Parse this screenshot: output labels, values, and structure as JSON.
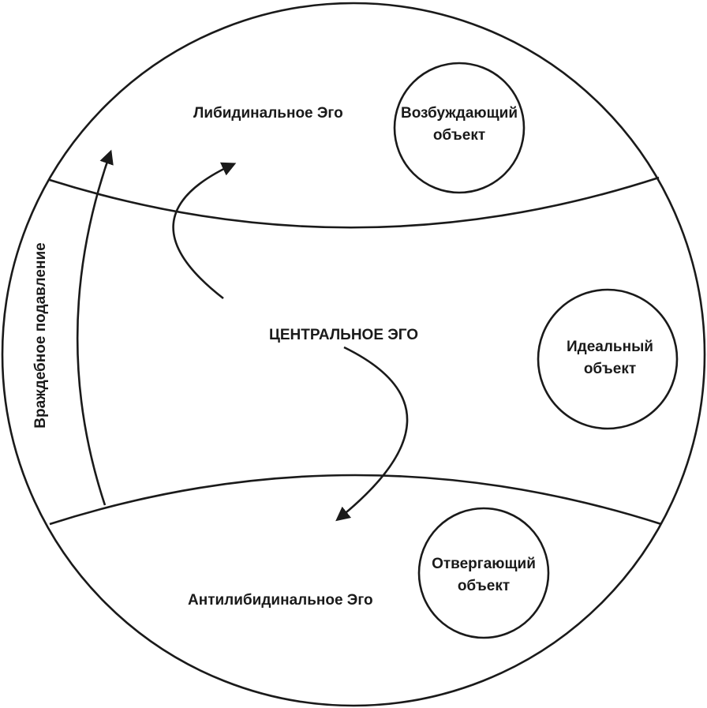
{
  "regions": {
    "libidinal_ego": "Либидинальное Эго",
    "central_ego": "ЦЕНТРАЛЬНОЕ ЭГО",
    "antilibidinal_ego": "Антилибидинальное Эго"
  },
  "objects": {
    "exciting": [
      "Возбуждающий",
      "объект"
    ],
    "ideal": [
      "Идеальный",
      "объект"
    ],
    "rejecting": [
      "Отвергающий",
      "объект"
    ]
  },
  "side_label": "Враждебное подавление",
  "colors": {
    "ink": "#1a1a1a",
    "background": "#ffffff"
  }
}
